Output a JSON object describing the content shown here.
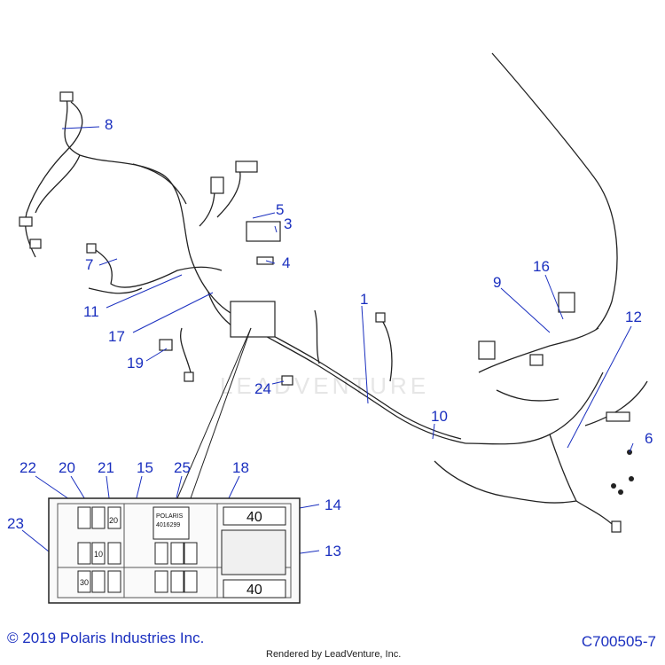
{
  "diagram": {
    "callouts": [
      "1",
      "3",
      "4",
      "5",
      "6",
      "7",
      "8",
      "9",
      "10",
      "11",
      "12",
      "13",
      "14",
      "15",
      "16",
      "17",
      "18",
      "19",
      "20",
      "21",
      "22",
      "23",
      "24",
      "25"
    ],
    "fuse_labels": {
      "big_fuse": "40",
      "small_fuse_a": "20",
      "small_fuse_b": "10",
      "small_fuse_c": "30",
      "relay_brand": "POLARIS",
      "relay_number": "4016299"
    },
    "watermark": "LEADVENTURE"
  },
  "footer": {
    "copyright": "© 2019 Polaris Industries Inc.",
    "part_number": "C700505-7",
    "rendered_by": "Rendered by LeadVenture, Inc."
  },
  "colors": {
    "callout": "#1a2fbf",
    "line": "#222222"
  }
}
